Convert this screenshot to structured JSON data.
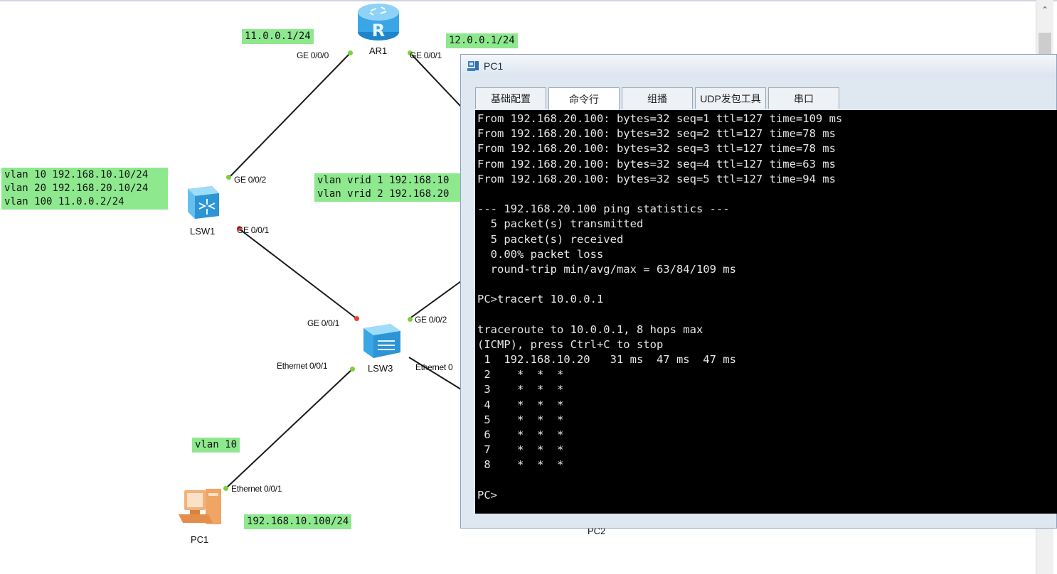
{
  "topology": {
    "notes": {
      "ar1_left_ip": "11.0.0.1/24",
      "ar1_right_ip": "12.0.0.1/24",
      "lsw1_config": "vlan 10 192.168.10.10/24\nvlan 20 192.168.20.10/24\nvlan 100 11.0.0.2/24",
      "vrrp": "vlan vrid 1 192.168.10\nvlan vrid 2 192.168.20",
      "pc1_vlan": "vlan 10",
      "pc1_ip": "192.168.10.100/24"
    },
    "devices": {
      "ar1": "AR1",
      "lsw1": "LSW1",
      "lsw3": "LSW3",
      "pc1": "PC1",
      "pc2": "PC2"
    },
    "ports": {
      "ar1_ge000": "GE 0/0/0",
      "ar1_ge001": "GE 0/0/1",
      "lsw1_ge002": "GE 0/0/2",
      "lsw1_ge001": "GE 0/0/1",
      "lsw3_ge001": "GE 0/0/1",
      "lsw3_ge002": "GE 0/0/2",
      "lsw3_eth001": "Ethernet 0/0/1",
      "lsw3_eth_right": "Ethernet 0",
      "pc1_eth001": "Ethernet 0/0/1"
    },
    "colors": {
      "note_bg": "#8ee88e",
      "link_up": "#7bd13d",
      "link_down": "#e8403a"
    }
  },
  "window": {
    "title": "PC1",
    "tabs": [
      "基础配置",
      "命令行",
      "组播",
      "UDP发包工具",
      "串口"
    ],
    "active_tab": "命令行",
    "terminal_lines": [
      "From 192.168.20.100: bytes=32 seq=1 ttl=127 time=109 ms",
      "From 192.168.20.100: bytes=32 seq=2 ttl=127 time=78 ms",
      "From 192.168.20.100: bytes=32 seq=3 ttl=127 time=78 ms",
      "From 192.168.20.100: bytes=32 seq=4 ttl=127 time=63 ms",
      "From 192.168.20.100: bytes=32 seq=5 ttl=127 time=94 ms",
      "",
      "--- 192.168.20.100 ping statistics ---",
      "  5 packet(s) transmitted",
      "  5 packet(s) received",
      "  0.00% packet loss",
      "  round-trip min/avg/max = 63/84/109 ms",
      "",
      "PC>tracert 10.0.0.1",
      "",
      "traceroute to 10.0.0.1, 8 hops max",
      "(ICMP), press Ctrl+C to stop",
      " 1  192.168.10.20   31 ms  47 ms  47 ms",
      " 2    *  *  *",
      " 3    *  *  *",
      " 4    *  *  *",
      " 5    *  *  *",
      " 6    *  *  *",
      " 7    *  *  *",
      " 8    *  *  *",
      "",
      "PC>"
    ]
  },
  "scrollbar": {
    "up_icon": "chevron-up-icon"
  }
}
